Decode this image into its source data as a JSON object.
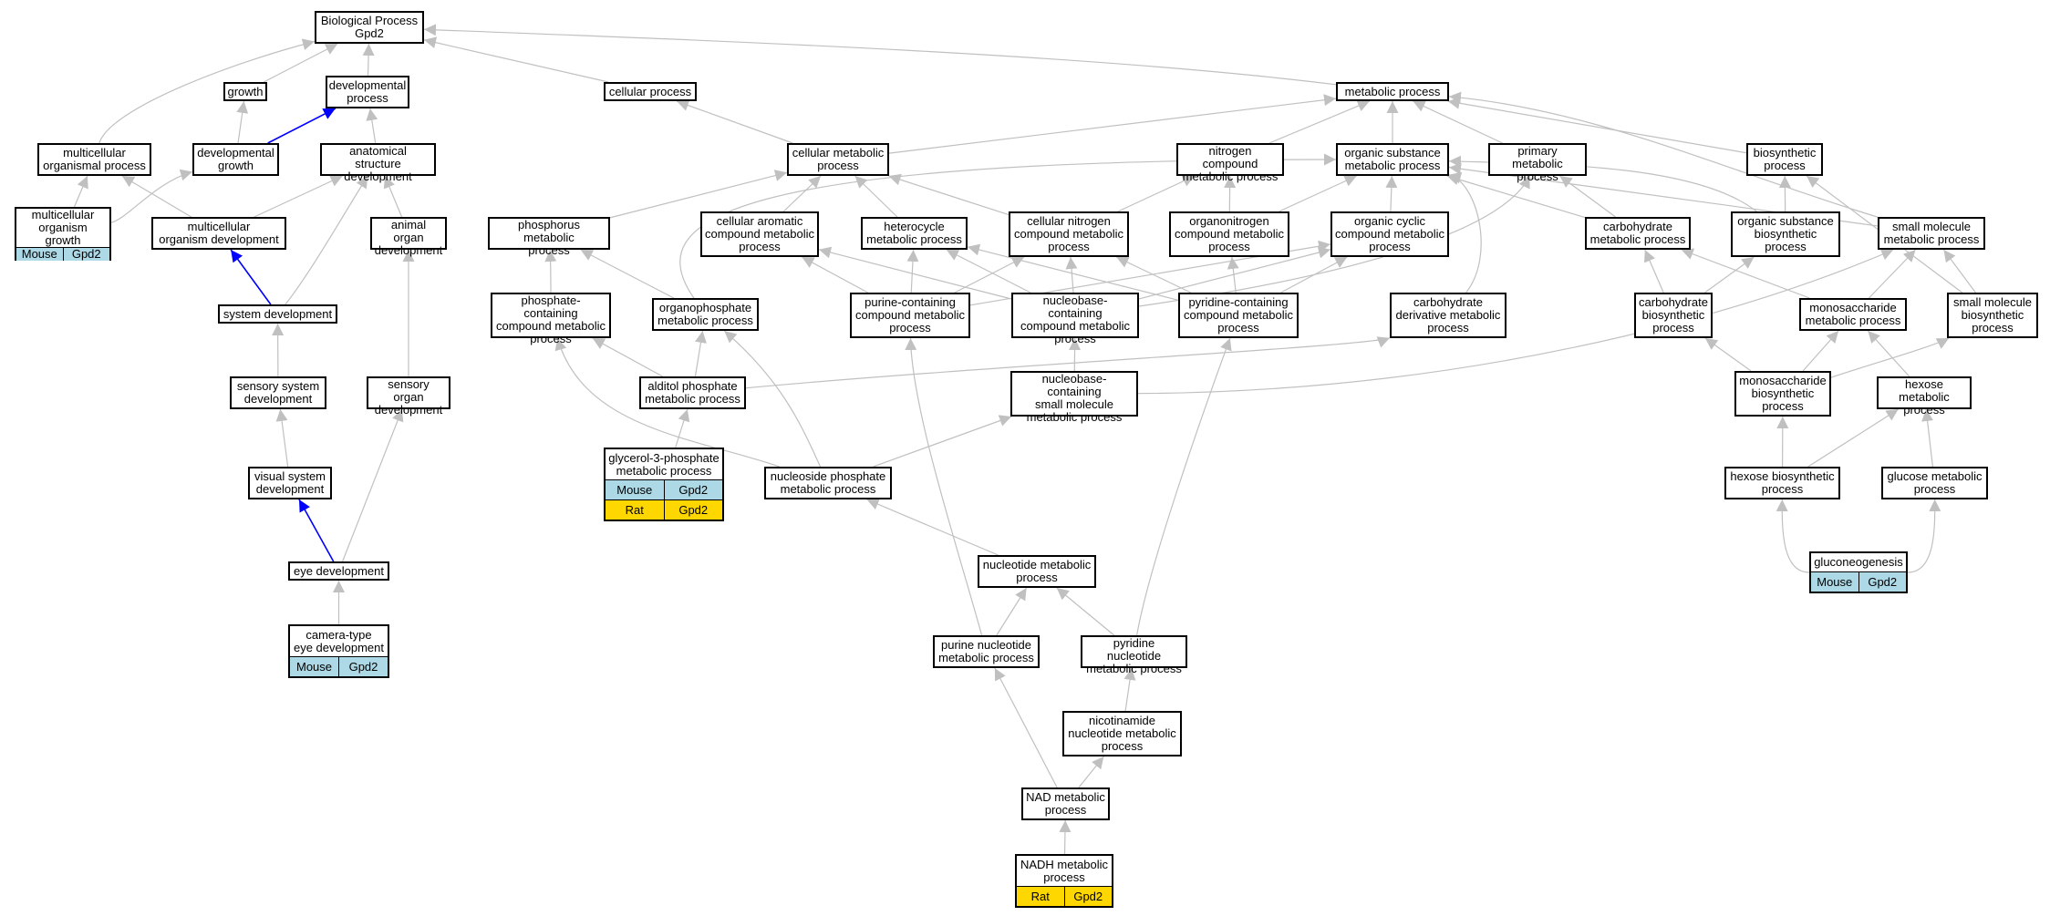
{
  "colors": {
    "edge_default": "#c0c0c0",
    "edge_highlight": "#0000ff",
    "mouse_cell": "#add8e6",
    "rat_cell": "#ffd700"
  },
  "nodes": [
    {
      "id": "bp",
      "label": "Biological Process\nGpd2"
    },
    {
      "id": "growth",
      "label": "growth"
    },
    {
      "id": "devproc",
      "label": "developmental\nprocess"
    },
    {
      "id": "cellproc",
      "label": "cellular process"
    },
    {
      "id": "metproc",
      "label": "metabolic process"
    },
    {
      "id": "multiorg",
      "label": "multicellular\norganismal process"
    },
    {
      "id": "devgrowth",
      "label": "developmental\ngrowth"
    },
    {
      "id": "anatdev",
      "label": "anatomical structure\ndevelopment"
    },
    {
      "id": "cellmet",
      "label": "cellular metabolic\nprocess"
    },
    {
      "id": "nitrocomp",
      "label": "nitrogen compound\nmetabolic process"
    },
    {
      "id": "orgsubst",
      "label": "organic substance\nmetabolic process"
    },
    {
      "id": "primmet",
      "label": "primary metabolic\nprocess"
    },
    {
      "id": "biosynth",
      "label": "biosynthetic\nprocess"
    },
    {
      "id": "multigrowth",
      "label": "multicellular\norganism growth",
      "tags": [
        [
          "Mouse",
          "Gpd2"
        ]
      ]
    },
    {
      "id": "multidev",
      "label": "multicellular\norganism development"
    },
    {
      "id": "animalorgan",
      "label": "animal organ\ndevelopment"
    },
    {
      "id": "phosphorus",
      "label": "phosphorus metabolic\nprocess"
    },
    {
      "id": "cellarom",
      "label": "cellular aromatic\ncompound metabolic\nprocess"
    },
    {
      "id": "heterocycle",
      "label": "heterocycle\nmetabolic process"
    },
    {
      "id": "cellnitro",
      "label": "cellular nitrogen\ncompound metabolic\nprocess"
    },
    {
      "id": "organonitro",
      "label": "organonitrogen\ncompound metabolic\nprocess"
    },
    {
      "id": "orgcyclic",
      "label": "organic cyclic\ncompound metabolic\nprocess"
    },
    {
      "id": "carbmet",
      "label": "carbohydrate\nmetabolic process"
    },
    {
      "id": "orgsubbio",
      "label": "organic substance\nbiosynthetic\nprocess"
    },
    {
      "id": "smallmol",
      "label": "small molecule\nmetabolic process"
    },
    {
      "id": "sysdev",
      "label": "system development"
    },
    {
      "id": "phoscont",
      "label": "phosphate-containing\ncompound metabolic\nprocess"
    },
    {
      "id": "organophos",
      "label": "organophosphate\nmetabolic process"
    },
    {
      "id": "purinecont",
      "label": "purine-containing\ncompound metabolic\nprocess"
    },
    {
      "id": "nucbasecont",
      "label": "nucleobase-containing\ncompound metabolic\nprocess"
    },
    {
      "id": "pyridinecont",
      "label": "pyridine-containing\ncompound metabolic\nprocess"
    },
    {
      "id": "carbderiv",
      "label": "carbohydrate\nderivative metabolic\nprocess"
    },
    {
      "id": "carbbio",
      "label": "carbohydrate\nbiosynthetic\nprocess"
    },
    {
      "id": "monosacmet",
      "label": "monosaccharide\nmetabolic process"
    },
    {
      "id": "smallmolbio",
      "label": "small molecule\nbiosynthetic\nprocess"
    },
    {
      "id": "sensorysys",
      "label": "sensory system\ndevelopment"
    },
    {
      "id": "sensoryorgan",
      "label": "sensory organ\ndevelopment"
    },
    {
      "id": "alditol",
      "label": "alditol phosphate\nmetabolic process"
    },
    {
      "id": "nucbasesmall",
      "label": "nucleobase-containing\nsmall molecule\nmetabolic process"
    },
    {
      "id": "monosacbio",
      "label": "monosaccharide\nbiosynthetic\nprocess"
    },
    {
      "id": "hexosemet",
      "label": "hexose metabolic\nprocess"
    },
    {
      "id": "glycerol3p",
      "label": "glycerol-3-phosphate\nmetabolic process",
      "tags": [
        [
          "Mouse",
          "Gpd2"
        ],
        [
          "Rat",
          "Gpd2"
        ]
      ]
    },
    {
      "id": "visualsys",
      "label": "visual system\ndevelopment"
    },
    {
      "id": "nucphos",
      "label": "nucleoside phosphate\nmetabolic process"
    },
    {
      "id": "hexosebio",
      "label": "hexose biosynthetic\nprocess"
    },
    {
      "id": "glucosemet",
      "label": "glucose metabolic\nprocess"
    },
    {
      "id": "eyedev",
      "label": "eye development"
    },
    {
      "id": "nucleotidemet",
      "label": "nucleotide metabolic\nprocess"
    },
    {
      "id": "gluconeo",
      "label": "gluconeogenesis",
      "tags": [
        [
          "Mouse",
          "Gpd2"
        ]
      ]
    },
    {
      "id": "cameraeye",
      "label": "camera-type\neye development",
      "tags": [
        [
          "Mouse",
          "Gpd2"
        ]
      ]
    },
    {
      "id": "purinenuc",
      "label": "purine nucleotide\nmetabolic process"
    },
    {
      "id": "pyridinenuc",
      "label": "pyridine nucleotide\nmetabolic process"
    },
    {
      "id": "nicotinamide",
      "label": "nicotinamide\nnucleotide metabolic\nprocess"
    },
    {
      "id": "nadmet",
      "label": "NAD metabolic\nprocess"
    },
    {
      "id": "nadhmet",
      "label": "NADH metabolic\nprocess",
      "tags": [
        [
          "Rat",
          "Gpd2"
        ]
      ]
    }
  ],
  "edges": [
    [
      "growth",
      "bp"
    ],
    [
      "devproc",
      "bp"
    ],
    [
      "cellproc",
      "bp"
    ],
    [
      "metproc",
      "bp"
    ],
    [
      "multiorg",
      "bp"
    ],
    [
      "devgrowth",
      "growth"
    ],
    [
      "devgrowth",
      "devproc",
      "hl"
    ],
    [
      "anatdev",
      "devproc"
    ],
    [
      "multigrowth",
      "multiorg"
    ],
    [
      "multigrowth",
      "devgrowth"
    ],
    [
      "multidev",
      "multiorg"
    ],
    [
      "multidev",
      "anatdev"
    ],
    [
      "sysdev",
      "multidev",
      "hl"
    ],
    [
      "sysdev",
      "anatdev"
    ],
    [
      "animalorgan",
      "anatdev"
    ],
    [
      "sensorysys",
      "sysdev"
    ],
    [
      "visualsys",
      "sensorysys"
    ],
    [
      "sensoryorgan",
      "animalorgan"
    ],
    [
      "eyedev",
      "visualsys",
      "hl"
    ],
    [
      "eyedev",
      "sensoryorgan"
    ],
    [
      "cameraeye",
      "eyedev"
    ],
    [
      "cellmet",
      "cellproc"
    ],
    [
      "cellmet",
      "metproc"
    ],
    [
      "nitrocomp",
      "metproc"
    ],
    [
      "orgsubst",
      "metproc"
    ],
    [
      "primmet",
      "metproc"
    ],
    [
      "biosynth",
      "metproc"
    ],
    [
      "smallmol",
      "metproc"
    ],
    [
      "phosphorus",
      "cellmet"
    ],
    [
      "cellarom",
      "cellmet"
    ],
    [
      "heterocycle",
      "cellmet"
    ],
    [
      "cellnitro",
      "cellmet"
    ],
    [
      "cellnitro",
      "nitrocomp"
    ],
    [
      "organonitro",
      "nitrocomp"
    ],
    [
      "organonitro",
      "orgsubst"
    ],
    [
      "orgcyclic",
      "orgsubst"
    ],
    [
      "carbmet",
      "orgsubst"
    ],
    [
      "carbmet",
      "primmet"
    ],
    [
      "orgsubbio",
      "orgsubst"
    ],
    [
      "orgsubbio",
      "biosynth"
    ],
    [
      "smallmol",
      "orgsubst"
    ],
    [
      "smallmolbio",
      "biosynth"
    ],
    [
      "phoscont",
      "phosphorus"
    ],
    [
      "organophos",
      "phosphorus"
    ],
    [
      "organophos",
      "orgsubst"
    ],
    [
      "purinecont",
      "cellarom"
    ],
    [
      "purinecont",
      "heterocycle"
    ],
    [
      "purinecont",
      "cellnitro"
    ],
    [
      "purinecont",
      "orgcyclic"
    ],
    [
      "nucbasecont",
      "cellarom"
    ],
    [
      "nucbasecont",
      "heterocycle"
    ],
    [
      "nucbasecont",
      "cellnitro"
    ],
    [
      "nucbasecont",
      "orgcyclic"
    ],
    [
      "nucbasecont",
      "primmet"
    ],
    [
      "pyridinecont",
      "heterocycle"
    ],
    [
      "pyridinecont",
      "cellnitro"
    ],
    [
      "pyridinecont",
      "organonitro"
    ],
    [
      "pyridinecont",
      "orgcyclic"
    ],
    [
      "carbderiv",
      "orgsubst"
    ],
    [
      "carbbio",
      "carbmet"
    ],
    [
      "carbbio",
      "orgsubbio"
    ],
    [
      "monosacmet",
      "carbmet"
    ],
    [
      "monosacmet",
      "smallmol"
    ],
    [
      "smallmolbio",
      "smallmol"
    ],
    [
      "alditol",
      "phoscont"
    ],
    [
      "alditol",
      "organophos"
    ],
    [
      "alditol",
      "carbderiv"
    ],
    [
      "nucbasesmall",
      "nucbasecont"
    ],
    [
      "nucbasesmall",
      "smallmol"
    ],
    [
      "monosacbio",
      "carbbio"
    ],
    [
      "monosacbio",
      "monosacmet"
    ],
    [
      "monosacbio",
      "smallmolbio"
    ],
    [
      "hexosemet",
      "monosacmet"
    ],
    [
      "glycerol3p",
      "alditol"
    ],
    [
      "nucphos",
      "phoscont"
    ],
    [
      "nucphos",
      "organophos"
    ],
    [
      "nucphos",
      "nucbasesmall"
    ],
    [
      "hexosebio",
      "monosacbio"
    ],
    [
      "hexosebio",
      "hexosemet"
    ],
    [
      "glucosemet",
      "hexosemet"
    ],
    [
      "nucleotidemet",
      "nucphos"
    ],
    [
      "gluconeo",
      "hexosebio"
    ],
    [
      "gluconeo",
      "glucosemet"
    ],
    [
      "purinenuc",
      "nucleotidemet"
    ],
    [
      "purinenuc",
      "purinecont"
    ],
    [
      "pyridinenuc",
      "nucleotidemet"
    ],
    [
      "pyridinenuc",
      "pyridinecont"
    ],
    [
      "nicotinamide",
      "pyridinenuc"
    ],
    [
      "nadmet",
      "nicotinamide"
    ],
    [
      "nadmet",
      "purinenuc"
    ],
    [
      "nadhmet",
      "nadmet"
    ]
  ]
}
